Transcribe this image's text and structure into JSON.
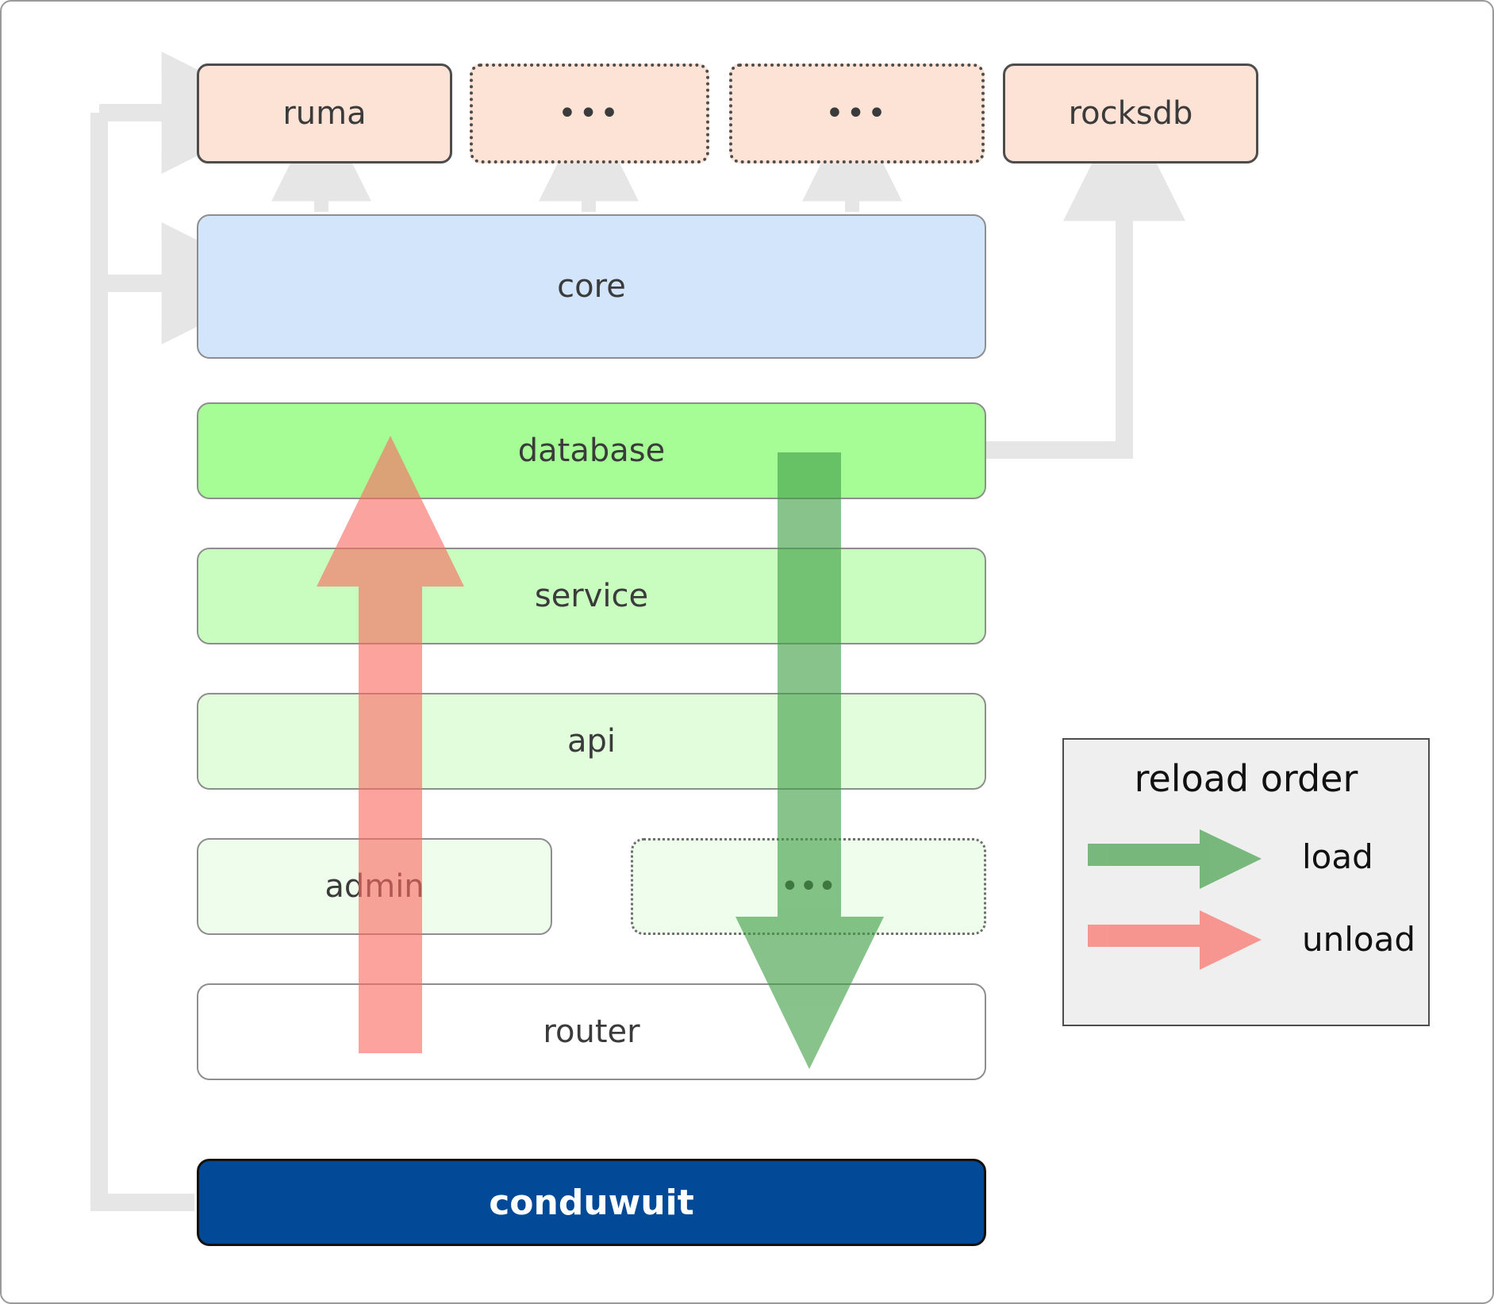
{
  "diagram": {
    "title": "conduwuit crate architecture / reload order",
    "dependencies": [
      {
        "label": "ruma",
        "style": "solid"
      },
      {
        "label": "•••",
        "style": "dotted"
      },
      {
        "label": "•••",
        "style": "dotted"
      },
      {
        "label": "rocksdb",
        "style": "solid"
      }
    ],
    "layers": [
      {
        "label": "core",
        "fill": "#d2e5fb",
        "style": "solid"
      },
      {
        "label": "database",
        "fill": "#a6fd96",
        "style": "solid"
      },
      {
        "label": "service",
        "fill": "#c9fdbf",
        "style": "solid"
      },
      {
        "label": "api",
        "fill": "#e2fddc",
        "style": "solid"
      },
      {
        "label": "admin",
        "fill": "#effdec",
        "style": "solid"
      },
      {
        "label": "•••",
        "fill": "#effdec",
        "style": "dotted"
      },
      {
        "label": "router",
        "fill": "#ffffff",
        "style": "solid"
      }
    ],
    "application": {
      "label": "conduwuit",
      "fill": "#024a97",
      "text_color": "#ffffff"
    },
    "legend": {
      "title": "reload order",
      "entries": [
        {
          "label": "load",
          "color": "#4caf50",
          "direction": "down"
        },
        {
          "label": "unload",
          "color": "#fa8a85",
          "direction": "up"
        }
      ]
    },
    "colors": {
      "dependency_fill": "#fce3d5",
      "dependency_border": "#4d4d4d",
      "layer_border": "#8e8e8e",
      "connector": "#e6e6e6",
      "load_arrow": "#4caf50",
      "unload_arrow": "#fa8a85",
      "canvas_border": "#9a9a9a"
    }
  }
}
